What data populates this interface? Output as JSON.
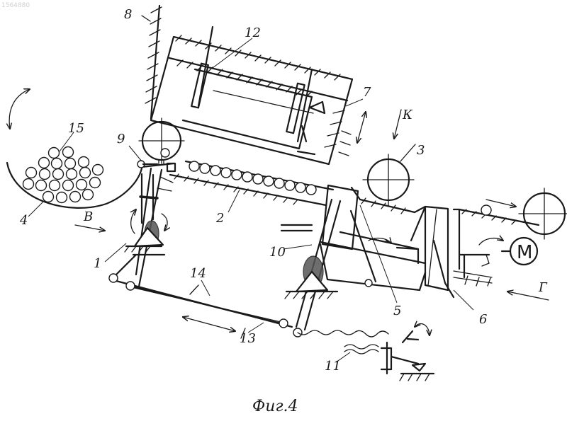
{
  "corner_mark": "1564880",
  "caption": "Фиг.4",
  "part_numbers": [
    "1",
    "2",
    "3",
    "4",
    "5",
    "6",
    "7",
    "8",
    "9",
    "10",
    "11",
    "12",
    "13",
    "14",
    "15"
  ],
  "flow_letters": {
    "B": "В",
    "G": "Г",
    "K": "К"
  },
  "motor_letter": "М"
}
